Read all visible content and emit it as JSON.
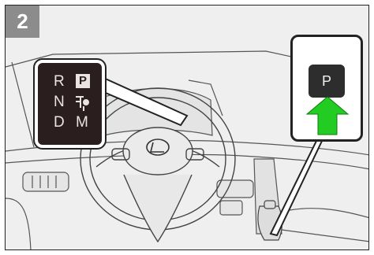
{
  "step_number": "2",
  "gear_display": {
    "letters": [
      "R",
      "P",
      "N",
      "D",
      "M"
    ],
    "active": "P"
  },
  "shift_button": {
    "label": "P"
  },
  "arrow": {
    "color": "#22cc22",
    "direction": "up"
  },
  "icons": [
    "steering-wheel",
    "lexus-emblem",
    "shift-lever"
  ]
}
